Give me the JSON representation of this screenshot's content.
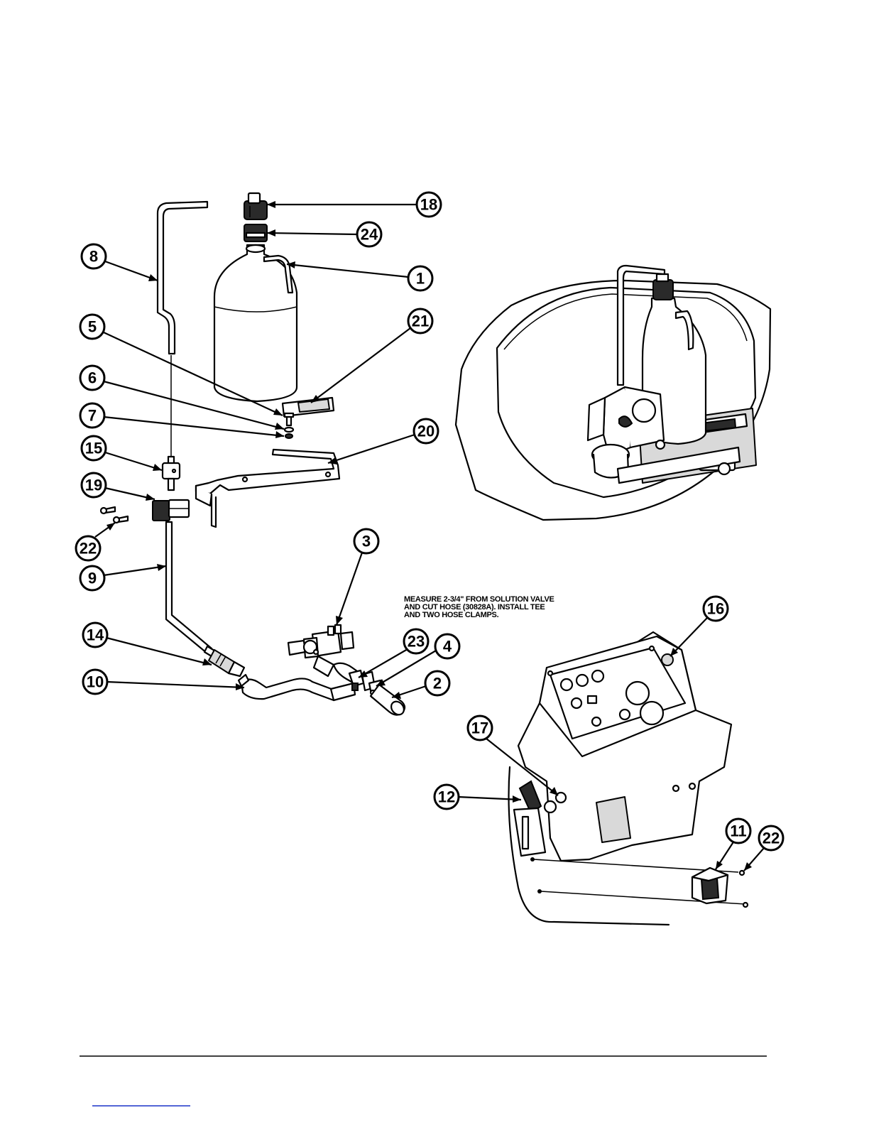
{
  "note": {
    "lines": [
      "MEASURE 2-3/4\" FROM SOLUTION VALVE",
      "AND CUT HOSE (30828A). INSTALL TEE",
      "AND TWO HOSE CLAMPS."
    ]
  },
  "callouts": [
    {
      "id": "c18",
      "label": "18"
    },
    {
      "id": "c24",
      "label": "24"
    },
    {
      "id": "c1",
      "label": "1"
    },
    {
      "id": "c8",
      "label": "8"
    },
    {
      "id": "c21",
      "label": "21"
    },
    {
      "id": "c5",
      "label": "5"
    },
    {
      "id": "c6",
      "label": "6"
    },
    {
      "id": "c7",
      "label": "7"
    },
    {
      "id": "c20",
      "label": "20"
    },
    {
      "id": "c15",
      "label": "15"
    },
    {
      "id": "c19",
      "label": "19"
    },
    {
      "id": "c22a",
      "label": "22"
    },
    {
      "id": "c9",
      "label": "9"
    },
    {
      "id": "c3",
      "label": "3"
    },
    {
      "id": "c14",
      "label": "14"
    },
    {
      "id": "c23",
      "label": "23"
    },
    {
      "id": "c4",
      "label": "4"
    },
    {
      "id": "c10",
      "label": "10"
    },
    {
      "id": "c2",
      "label": "2"
    },
    {
      "id": "c16",
      "label": "16"
    },
    {
      "id": "c17",
      "label": "17"
    },
    {
      "id": "c12",
      "label": "12"
    },
    {
      "id": "c11",
      "label": "11"
    },
    {
      "id": "c22b",
      "label": "22"
    }
  ]
}
